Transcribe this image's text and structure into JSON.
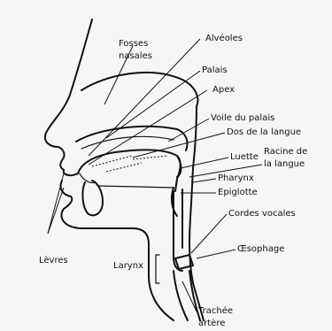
{
  "labels": {
    "fosses_nasales": [
      "Fosses",
      "nasales"
    ],
    "alveoles": "Alvéoles",
    "palais": "Palais",
    "apex": "Apex",
    "voile": "Voile du palais",
    "dos": "Dos de la langue",
    "luette": "Luette",
    "racine": [
      "Racine de",
      "la langue"
    ],
    "pharynx": "Pharynx",
    "epiglotte": "Epiglotte",
    "cordes": "Cordes vocales",
    "oesophage": "Œsophage",
    "levres": "Lèvres",
    "larynx": "Larynx",
    "trachee": [
      "Trachée",
      "artère"
    ]
  }
}
